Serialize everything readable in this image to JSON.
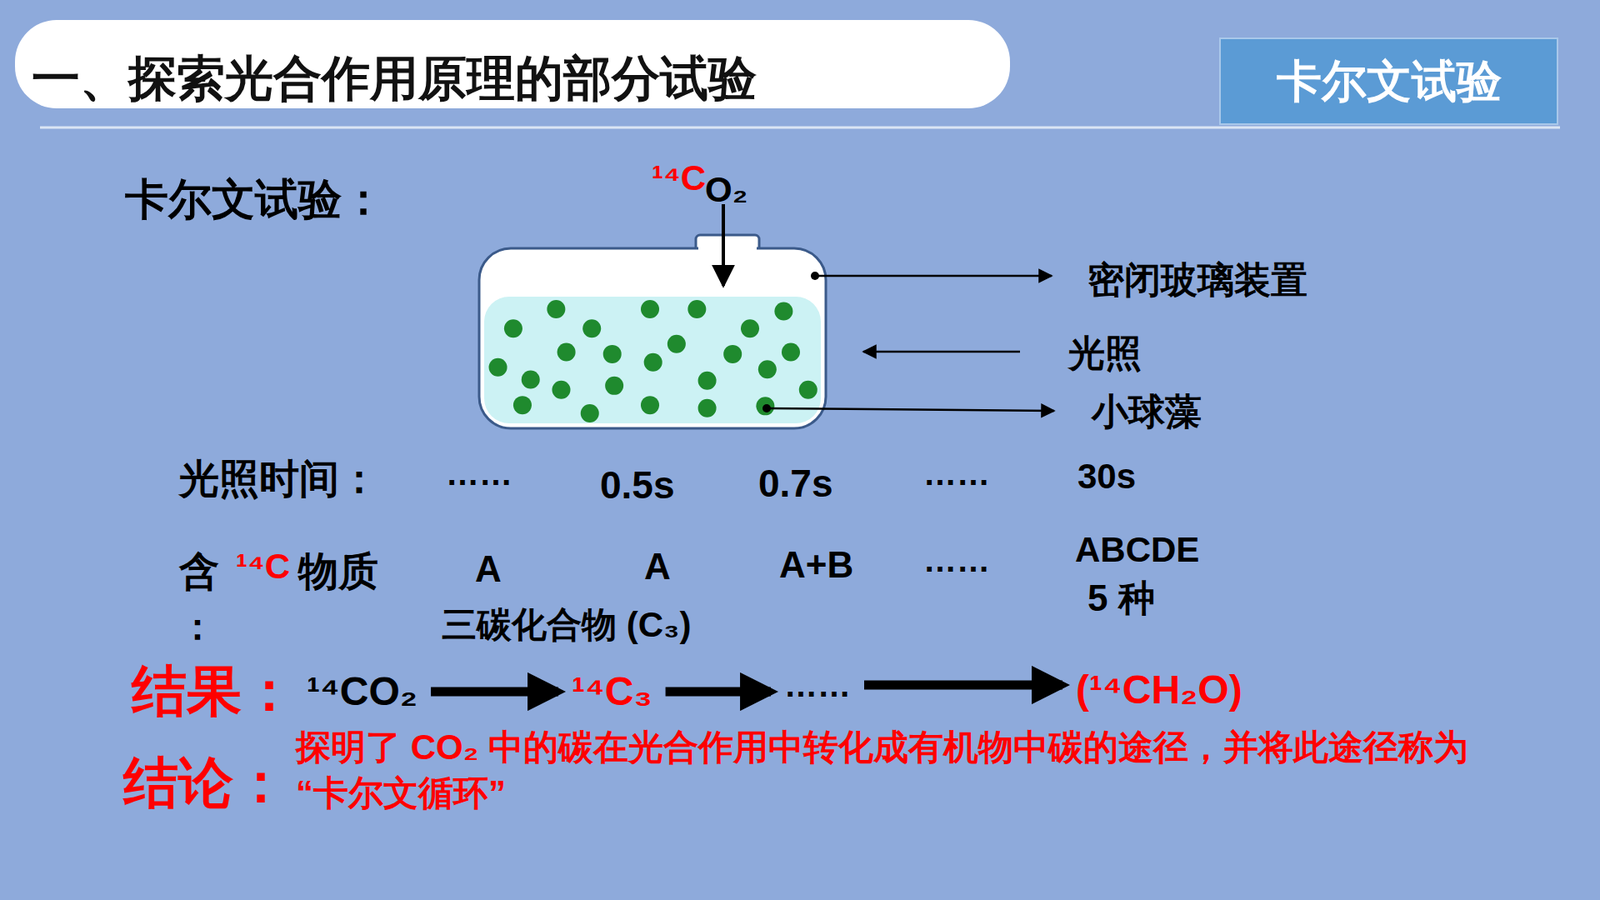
{
  "diagram": {
    "title": "一、探索光合作用原理的部分试验",
    "nodes": [
      {
        "text": [
          "卡尔文试验"
        ]
      },
      {
        "text": [
          "¹⁴CO₂"
        ]
      },
      {
        "text": [
          "¹⁴C₃"
        ]
      },
      {
        "text": [
          "……"
        ]
      },
      {
        "text": [
          "(¹⁴CH₂O)"
        ]
      }
    ],
    "edges": [
      {
        "from": 1,
        "to": 2,
        "arrow": "to"
      },
      {
        "from": 2,
        "to": 3,
        "arrow": "to"
      },
      {
        "from": 3,
        "to": 4,
        "arrow": "to"
      }
    ],
    "labels": [
      "卡尔文试验：",
      "¹⁴C",
      "O₂",
      "密闭玻璃装置",
      "光照",
      "小球藻",
      "光照时间：",
      "……",
      "0.5s",
      "0.7s",
      "……",
      "30s",
      "含",
      "¹⁴C",
      "物质",
      "：",
      "A",
      "A",
      "A+B",
      "……",
      "ABCDE",
      "5 种",
      "三碳化合物 (C₃)",
      "结果：",
      "结论：",
      "探明了 CO₂ 中的碳在光合作用中转化成有机物中碳的途径，并将此途径称为“卡尔文循环”"
    ]
  }
}
